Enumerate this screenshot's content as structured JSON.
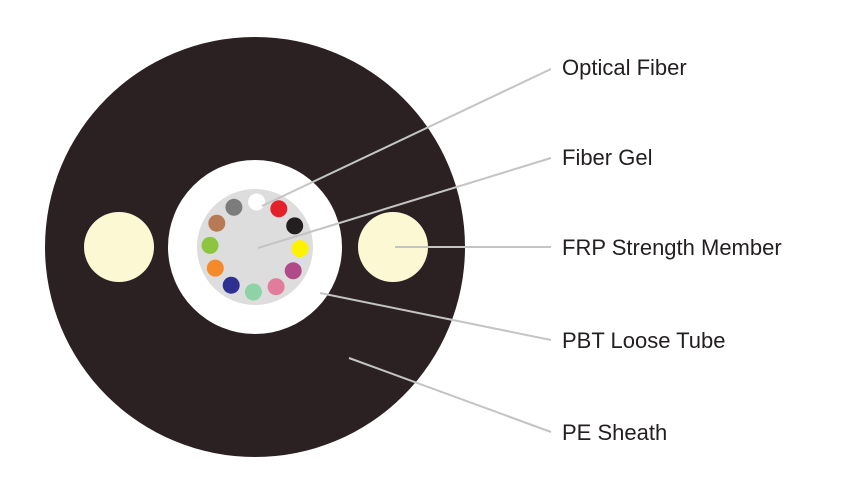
{
  "labels": {
    "optical_fiber": "Optical Fiber",
    "fiber_gel": "Fiber Gel",
    "frp_strength_member": "FRP Strength Member",
    "pbt_loose_tube": "PBT Loose Tube",
    "pe_sheath": "PE Sheath"
  },
  "colors": {
    "sheath": "#2b2122",
    "tube": "#ffffff",
    "gel": "#dddddd",
    "strength_member": "#fdf8d4",
    "leader_line": "#c4c4c4",
    "label_text": "#231f20"
  },
  "fibers": [
    {
      "name": "white",
      "color": "#ffffff"
    },
    {
      "name": "red",
      "color": "#e4202a"
    },
    {
      "name": "black",
      "color": "#231f20"
    },
    {
      "name": "yellow",
      "color": "#fff200"
    },
    {
      "name": "violet",
      "color": "#b14a88"
    },
    {
      "name": "rose",
      "color": "#e07c9c"
    },
    {
      "name": "aqua",
      "color": "#8dd3a5"
    },
    {
      "name": "blue",
      "color": "#2e3192"
    },
    {
      "name": "orange",
      "color": "#f58a2b"
    },
    {
      "name": "green",
      "color": "#8cc63f"
    },
    {
      "name": "brown",
      "color": "#b87a54"
    },
    {
      "name": "slate",
      "color": "#7c7c7c"
    }
  ]
}
